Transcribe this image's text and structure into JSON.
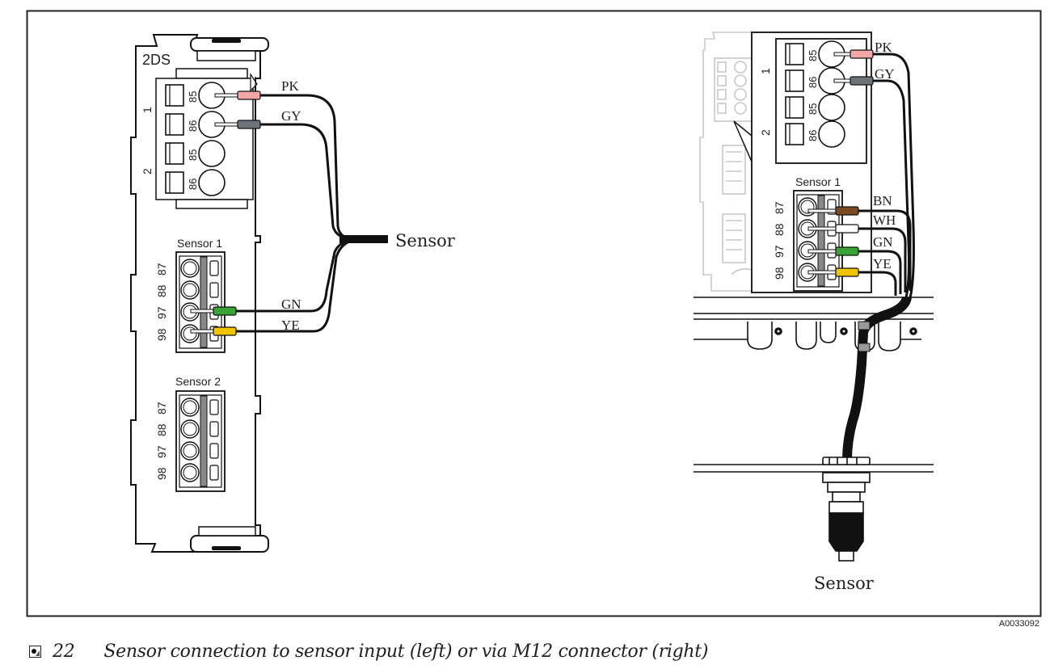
{
  "figure": {
    "number": "22",
    "caption": "Sensor connection to sensor input (left) or via M12 connector (right)",
    "reference_code": "A0033092",
    "icon": "figure-icon"
  },
  "left_diagram": {
    "module_label": "2DS",
    "channel_labels": [
      "1",
      "2"
    ],
    "relay_terminals": [
      "85",
      "86",
      "85",
      "86"
    ],
    "sensor1_label": "Sensor 1",
    "sensor2_label": "Sensor 2",
    "sensor_terminals": [
      "87",
      "88",
      "97",
      "98"
    ],
    "wires": [
      {
        "label": "PK",
        "color": "#f2a6a6"
      },
      {
        "label": "GY",
        "color": "#6e7377"
      },
      {
        "label": "GN",
        "color": "#3aa335"
      },
      {
        "label": "YE",
        "color": "#f0c400"
      }
    ],
    "cable_label": "Sensor"
  },
  "right_diagram": {
    "channel_labels": [
      "1",
      "2"
    ],
    "relay_terminals": [
      "85",
      "86",
      "85",
      "86"
    ],
    "sensor1_label": "Sensor 1",
    "sensor_terminals": [
      "87",
      "88",
      "97",
      "98"
    ],
    "wires": [
      {
        "label": "PK",
        "color": "#f2a6a6"
      },
      {
        "label": "GY",
        "color": "#6e7377"
      },
      {
        "label": "BN",
        "color": "#7a4a24"
      },
      {
        "label": "WH",
        "color": "#ffffff"
      },
      {
        "label": "GN",
        "color": "#3aa335"
      },
      {
        "label": "YE",
        "color": "#f0c400"
      }
    ],
    "cable_label": "Sensor"
  }
}
